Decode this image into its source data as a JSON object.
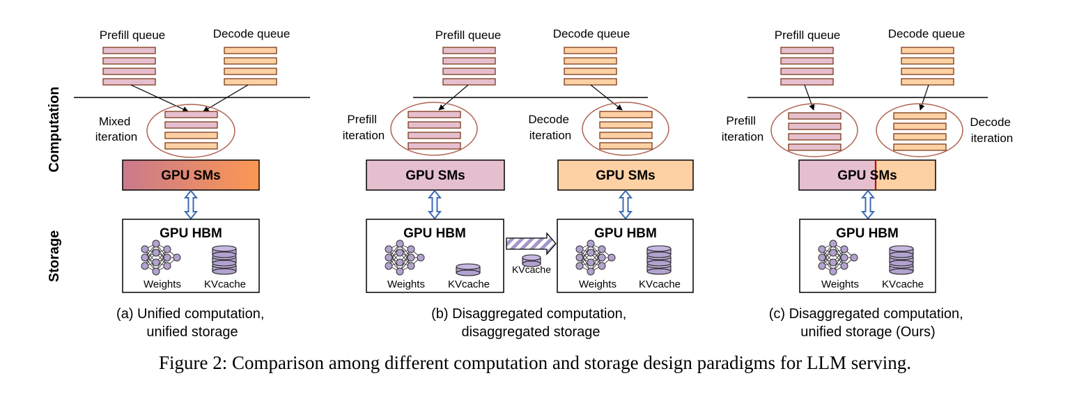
{
  "side_labels": {
    "computation": "Computation",
    "storage": "Storage"
  },
  "panels": [
    {
      "prefill_queue": "Prefill queue",
      "decode_queue": "Decode queue",
      "iteration_label_line1": "Mixed",
      "iteration_label_line2": "iteration",
      "gpu_sms": "GPU SMs",
      "hbm": "GPU HBM",
      "weights": "Weights",
      "kvcache": "KVcache",
      "subcaption_line1": "(a)  Unified computation,",
      "subcaption_line2": "unified storage"
    },
    {
      "prefill_queue": "Prefill queue",
      "decode_queue": "Decode queue",
      "prefill_iter_line1": "Prefill",
      "prefill_iter_line2": "iteration",
      "decode_iter_line1": "Decode",
      "decode_iter_line2": "iteration",
      "gpu_sms_left": "GPU SMs",
      "gpu_sms_right": "GPU SMs",
      "hbm_left": "GPU HBM",
      "hbm_right": "GPU HBM",
      "weights_left": "Weights",
      "kvcache_left": "KVcache",
      "weights_right": "Weights",
      "kvcache_right": "KVcache",
      "transfer_kvcache": "KVcache",
      "subcaption_line1": "(b) Disaggregated computation,",
      "subcaption_line2": "disaggregated storage"
    },
    {
      "prefill_queue": "Prefill queue",
      "decode_queue": "Decode queue",
      "prefill_iter_line1": "Prefill",
      "prefill_iter_line2": "iteration",
      "decode_iter_line1": "Decode",
      "decode_iter_line2": "iteration",
      "gpu_sms": "GPU SMs",
      "hbm": "GPU HBM",
      "weights": "Weights",
      "kvcache": "KVcache",
      "subcaption_line1": "(c) Disaggregated computation,",
      "subcaption_line2": "unified storage (Ours)"
    }
  ],
  "figure_caption": "Figure 2: Comparison among different computation and storage design paradigms for LLM serving.",
  "colors": {
    "prefill_fill": "#e6bfcf",
    "decode_fill": "#fdd1a3",
    "queue_stroke": "#7a3a1a",
    "ellipse_stroke": "#b0614f",
    "gradient_left": "#c97a8c",
    "gradient_right": "#fb9753",
    "divider_red": "#c00000",
    "arrow_blue": "#3d6ab0",
    "neuron_fill": "#b3a2cf",
    "transfer_stripe": "#a397c8"
  }
}
